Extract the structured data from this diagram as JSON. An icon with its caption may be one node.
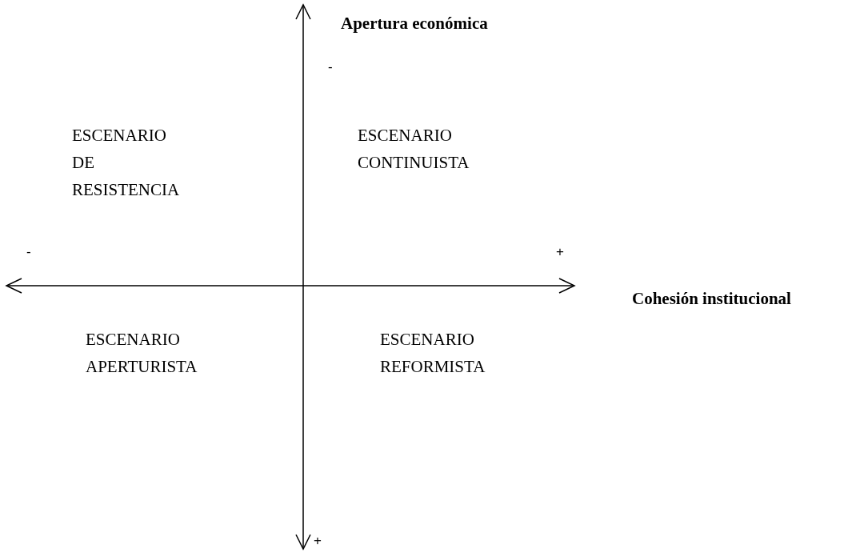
{
  "diagram": {
    "labels": [
      "Apertura económica",
      "-",
      "ESCENARIO DE RESISTENCIA",
      "ESCENARIO CONTINUISTA",
      "-",
      "+",
      "Cohesión institucional",
      "ESCENARIO APERTURISTA",
      "ESCENARIO REFORMISTA",
      "+"
    ]
  }
}
